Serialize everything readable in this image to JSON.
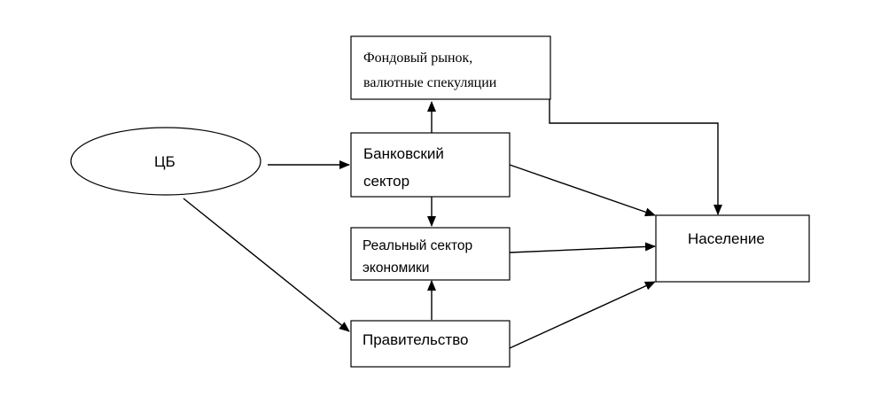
{
  "diagram": {
    "nodes": {
      "cb": {
        "label": "ЦБ"
      },
      "stock": {
        "line1": "Фондовый рынок,",
        "line2": "валютные спекуляции"
      },
      "bank": {
        "line1": "Банковский",
        "line2": "сектор"
      },
      "real": {
        "line1": "Реальный сектор",
        "line2": "экономики"
      },
      "gov": {
        "label": "Правительство"
      },
      "pop": {
        "label": "Население"
      }
    },
    "edges": [
      {
        "from": "cb",
        "to": "bank"
      },
      {
        "from": "cb",
        "to": "gov"
      },
      {
        "from": "bank",
        "to": "stock"
      },
      {
        "from": "bank",
        "to": "real"
      },
      {
        "from": "gov",
        "to": "real"
      },
      {
        "from": "bank",
        "to": "pop"
      },
      {
        "from": "real",
        "to": "pop"
      },
      {
        "from": "gov",
        "to": "pop"
      },
      {
        "from": "stock",
        "to": "pop"
      }
    ]
  }
}
